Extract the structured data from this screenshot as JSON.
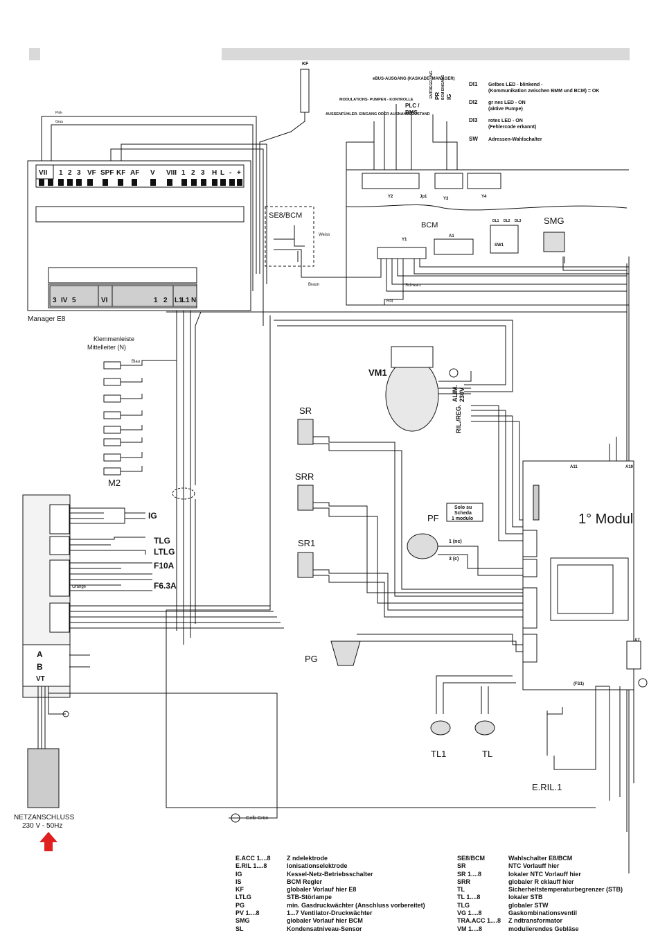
{
  "labels": {
    "kf": "KF",
    "ebus_heading": "eBUS-AUSGANG\n(KASKADE-\nMANAGER)",
    "modulation_heading": "MODULATIONS-\nPUMPEN - KONTROLLE",
    "aussen_heading": "AUSSENFÜHLER-\nEINGANG ODER\nAUSNAHMEZUSTAND",
    "plc": "PLC /",
    "bms": "BMS",
    "pr": "PR",
    "ig_v": "IG",
    "entriegelung": "ENTRIEGELUNG",
    "bcm_eingang": "BCM EINGANG",
    "di1": "DI1",
    "di1_text": "Gelbes LED - blinkend -",
    "di1_text2": "(Kommunikation zwischen BMM und BCM) = OK",
    "di2": "DI2",
    "di2_text": "gr  nes LED - ON",
    "di2_text2": "(aktive Pumpe)",
    "di3": "DI3",
    "di3_text": "rotes LED - ON",
    "di3_text2": "(Fehlercode erkannt)",
    "sw": "SW",
    "sw_text": "Adressen-Wahlschalter",
    "pink": "Pink",
    "grau": "Grau",
    "se8bcm": "SE8/BCM",
    "bcm": "BCM",
    "a1": "A1",
    "y1": "Y1",
    "y2": "Y2",
    "y3": "Y3",
    "y4": "Y4",
    "jp1": "Jp1",
    "sw1": "SW1",
    "dl1": "DL1",
    "dl2": "DL2",
    "dl3": "DL3",
    "smg": "SMG",
    "manager": "Manager E8",
    "klemmenleiste": "Klemmenleiste",
    "mittelleiter": "Mittelleiter (N)",
    "m2": "M2",
    "vm1": "VM1",
    "alim": "ALIM.",
    "v230": "230V",
    "ril_reg": "RIL./REG.",
    "sr": "SR",
    "srr": "SRR",
    "sr1": "SR1",
    "pf": "PF",
    "solo1": "Solo su",
    "solo2": "Scheda",
    "solo3": "1 modulo",
    "nc": "1 (nc)",
    "c3": "3 (c)",
    "pg": "PG",
    "modul": "1° Modul",
    "tl1": "TL1",
    "tl": "TL",
    "eril": "E.RIL.1",
    "ig": "IG",
    "tlg": "TLG",
    "ltlg": "LTLG",
    "f10a": "F10A",
    "f63a": "F6.3A",
    "a_lbl": "A",
    "b_lbl": "B",
    "vt_lbl": "VT",
    "netz1": "NETZANSCHLUSS",
    "netz2": "230 V - 50Hz",
    "gelbgruen": "Gelb Grün",
    "weiss": "Weiss",
    "braun": "Braun",
    "schwarz": "Schwarz",
    "rot": "Rot",
    "blau": "Blau",
    "orange": "Orange",
    "fs1": "(FS1)",
    "a7": "A7",
    "a10": "A10",
    "a11": "A11"
  },
  "manager_terminals_top": [
    "VII",
    "1",
    "2",
    "3",
    "VF",
    "SPF",
    "KF",
    "AF",
    "V",
    "VIII",
    "1",
    "2",
    "3",
    "H",
    "L",
    "-",
    "+"
  ],
  "manager_terminals_bottom": [
    "3",
    "IV",
    "5",
    "VI",
    "1",
    "2",
    "L1",
    "L1",
    "N"
  ],
  "legend_left": [
    {
      "abbr": "E.ACC 1....8",
      "desc": "Z ndelektrode"
    },
    {
      "abbr": "E.RIL 1....8",
      "desc": "Ionisationselektrode"
    },
    {
      "abbr": "IG",
      "desc": "Kessel-Netz-Betriebsschalter"
    },
    {
      "abbr": "IS",
      "desc": "BCM Regler"
    },
    {
      "abbr": "KF",
      "desc": "globaler Vorlauf hier E8"
    },
    {
      "abbr": "LTLG",
      "desc": "STB-Störlampe"
    },
    {
      "abbr": "PG",
      "desc": "min. Gasdruckwächter (Anschluss vorbereitet)"
    },
    {
      "abbr": "PV 1....8",
      "desc": "1...7  Ventilator-Druckwächter"
    },
    {
      "abbr": "SMG",
      "desc": "globaler Vorlauf hier BCM"
    },
    {
      "abbr": "SL",
      "desc": "Kondensatniveau-Sensor"
    }
  ],
  "legend_right": [
    {
      "abbr": "SE8/BCM",
      "desc": "Wahlschalter E8/BCM"
    },
    {
      "abbr": "SR",
      "desc": "NTC Vorlauff hier"
    },
    {
      "abbr": "SR 1....8",
      "desc": "lokaler NTC Vorlauff hier"
    },
    {
      "abbr": "SRR",
      "desc": "globaler R cklauff hier"
    },
    {
      "abbr": "TL",
      "desc": "Sicherheitstemperaturbegrenzer (STB)"
    },
    {
      "abbr": "TL 1....8",
      "desc": "lokaler STB"
    },
    {
      "abbr": "TLG",
      "desc": "globaler STW"
    },
    {
      "abbr": "VG 1....8",
      "desc": "Gaskombinationsventil"
    },
    {
      "abbr": "TRA.ACC 1....8",
      "desc": "Z ndtransformator"
    },
    {
      "abbr": "VM 1....8",
      "desc": "modulierendes Gebläse"
    }
  ],
  "colors": {
    "header_bar": "#d9d9d9",
    "terminal_fill": "#cfcfcf",
    "arrow": "#e02020",
    "line": "#111111"
  }
}
